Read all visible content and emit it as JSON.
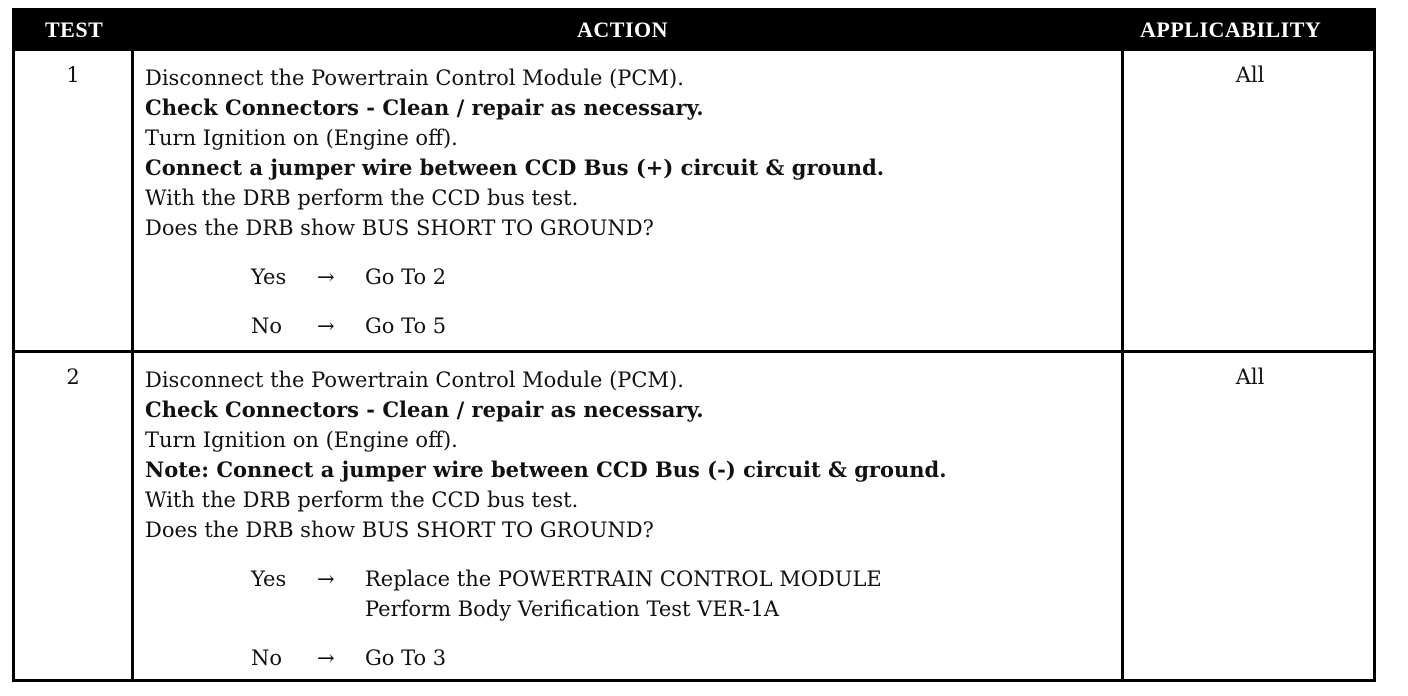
{
  "header": {
    "test": "TEST",
    "action": "ACTION",
    "applicability": "APPLICABILITY"
  },
  "rows": [
    {
      "test": "1",
      "applicability": "All",
      "lines": [
        "Disconnect the Powertrain Control Module (PCM).",
        "Check Connectors - Clean / repair as necessary.",
        "Turn Ignition on (Engine off).",
        "Connect a jumper wire between CCD Bus (+) circuit & ground.",
        "With the DRB perform the CCD bus test.",
        "Does the DRB show BUS SHORT TO GROUND?"
      ],
      "results": [
        {
          "label": "Yes",
          "arrow": "→",
          "text": [
            "Go To  2"
          ]
        },
        {
          "label": "No",
          "arrow": "→",
          "text": [
            "Go To  5"
          ]
        }
      ]
    },
    {
      "test": "2",
      "applicability": "All",
      "lines": [
        "Disconnect the Powertrain Control Module (PCM).",
        "Check Connectors - Clean / repair as necessary.",
        "Turn Ignition on (Engine off).",
        "Note: Connect a jumper wire between CCD Bus (-) circuit & ground.",
        "With the DRB perform the CCD bus test.",
        "Does the DRB show BUS SHORT TO GROUND?"
      ],
      "results": [
        {
          "label": "Yes",
          "arrow": "→",
          "text": [
            "Replace the POWERTRAIN CONTROL MODULE",
            "Perform Body Verification Test VER-1A"
          ]
        },
        {
          "label": "No",
          "arrow": "→",
          "text": [
            "Go To  3"
          ]
        }
      ]
    }
  ]
}
